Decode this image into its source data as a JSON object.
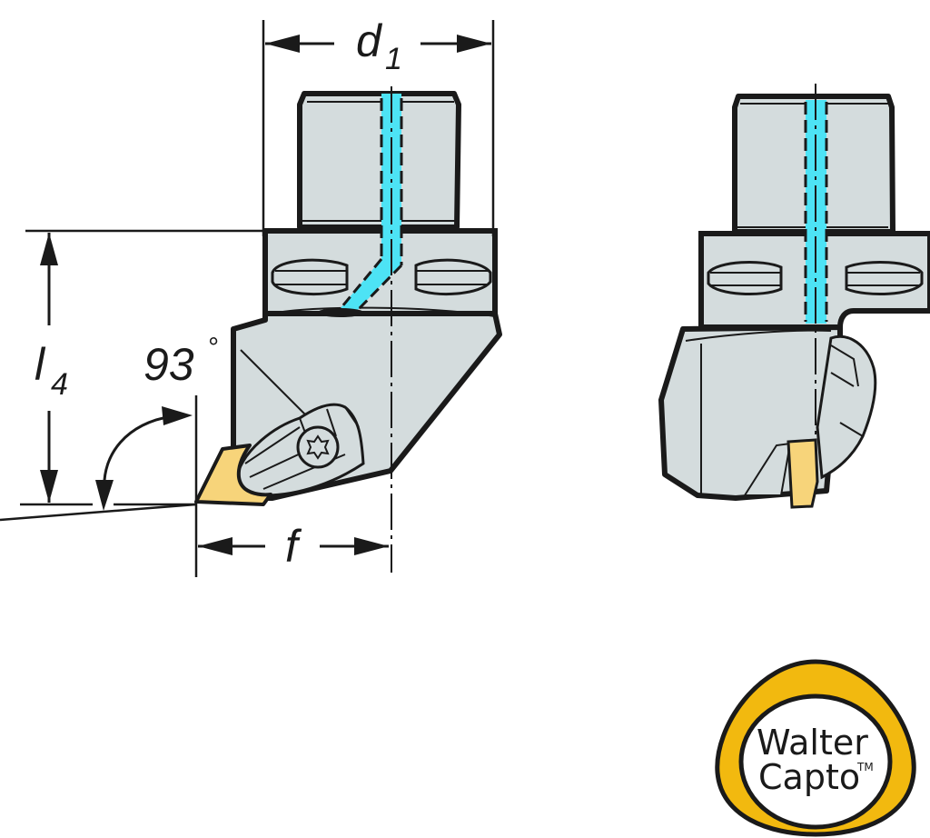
{
  "dimensions": {
    "d1": {
      "symbol": "d",
      "subscript": "1"
    },
    "l4": {
      "symbol": "l",
      "subscript": "4"
    },
    "f": {
      "symbol": "f"
    },
    "angle": {
      "value": "93",
      "unit": "°"
    }
  },
  "logo": {
    "line1": "Walter",
    "line2": "Capto",
    "trademark": "TM"
  },
  "colors": {
    "body": "#d4dcdd",
    "outline": "#1a1a1a",
    "coolant": "#4de3f5",
    "insert": "#f7d47a",
    "logo_ring": "#f2b90f"
  }
}
